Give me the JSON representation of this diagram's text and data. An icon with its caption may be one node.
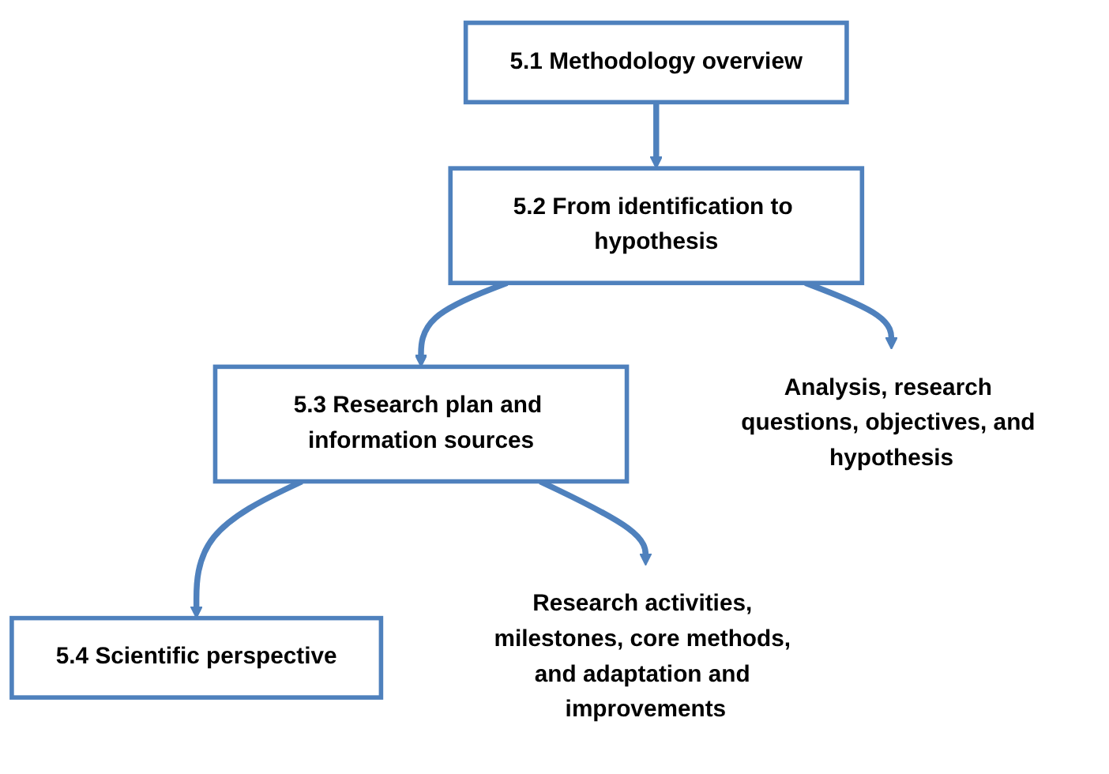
{
  "diagram": {
    "nodes": [
      {
        "text": [
          "5.1 Methodology overview"
        ]
      },
      {
        "text": [
          "5.2 From identification to hypothesis"
        ]
      },
      {
        "text": [
          "5.3 Research plan and information sources"
        ]
      },
      {
        "text": [
          "5.4 Scientific perspective"
        ]
      },
      {
        "text": [
          "Analysis, research questions, objectives, and hypothesis"
        ]
      },
      {
        "text": [
          "Research activities, milestones, core methods, and adaptation and improvements"
        ]
      }
    ],
    "edges": [
      {
        "from": 0,
        "to": 1,
        "arrow": "to"
      },
      {
        "from": 1,
        "to": 2,
        "arrow": "to"
      },
      {
        "from": 2,
        "to": 3,
        "arrow": "to"
      },
      {
        "from": 1,
        "to": 4,
        "arrow": "to"
      },
      {
        "from": 2,
        "to": 5,
        "arrow": "to"
      }
    ]
  }
}
